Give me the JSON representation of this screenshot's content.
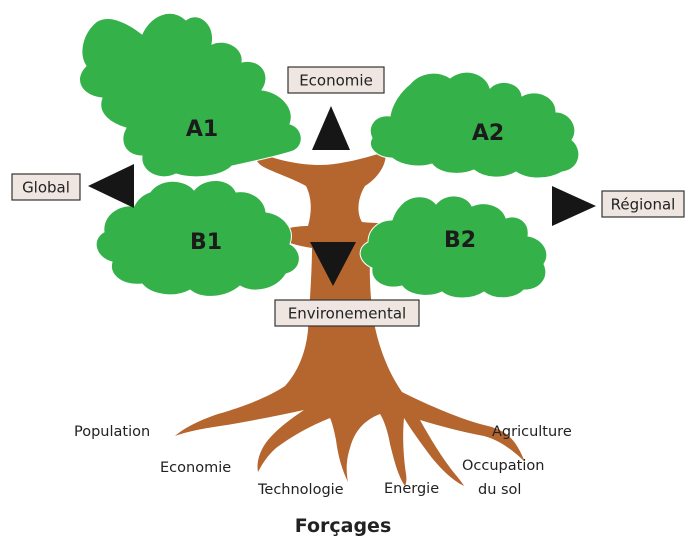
{
  "diagram": {
    "clusters": {
      "a1": "A1",
      "a2": "A2",
      "b1": "B1",
      "b2": "B2"
    },
    "axis_labels": {
      "top": "Economie",
      "bottom": "Environemental",
      "left": "Global",
      "right": "Régional"
    },
    "roots": {
      "population": "Population",
      "economie": "Economie",
      "technologie": "Technologie",
      "energie": "Energie",
      "occupation_line1": "Occupation",
      "occupation_line2": "du sol",
      "agriculture": "Agriculture"
    },
    "title": "Forçages"
  },
  "colors": {
    "foliage": "#35b14a",
    "trunk": "#b5652e",
    "arrow": "#161616",
    "label_box": "#efe6e2"
  }
}
